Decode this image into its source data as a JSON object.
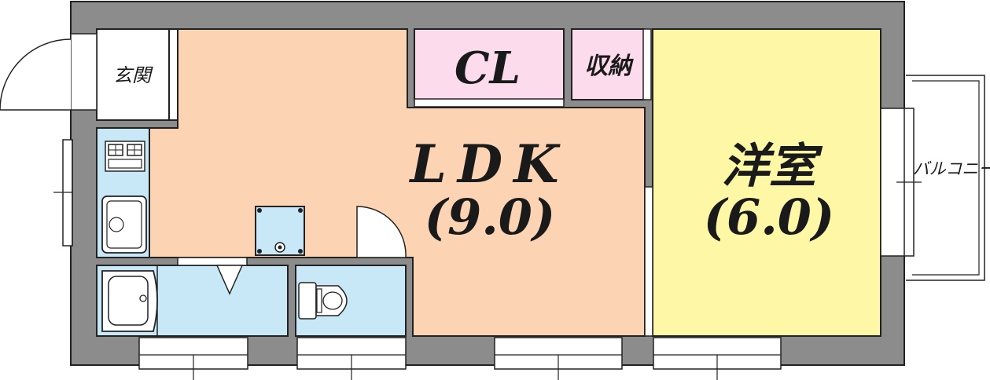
{
  "rooms": {
    "entrance": {
      "label": "玄関"
    },
    "closet": {
      "label": "CL"
    },
    "storage": {
      "label": "収納"
    },
    "ldk": {
      "label": "LDK",
      "size": "(9.0)"
    },
    "western_room": {
      "label": "洋室",
      "size": "(6.0)"
    },
    "balcony": {
      "label": "バルコニー"
    }
  },
  "colors": {
    "wall": "#8c8c8c",
    "ldk_floor": "#fcd4b4",
    "western_floor": "#fdf7a6",
    "closet_floor": "#fcdcec",
    "wet_area": "#c8e8f8",
    "entrance_floor": "#ffffff"
  },
  "icons": [
    "door-swing-icon",
    "stove-icon",
    "sink-icon",
    "washer-icon",
    "bathtub-icon",
    "toilet-icon",
    "window-icon"
  ]
}
